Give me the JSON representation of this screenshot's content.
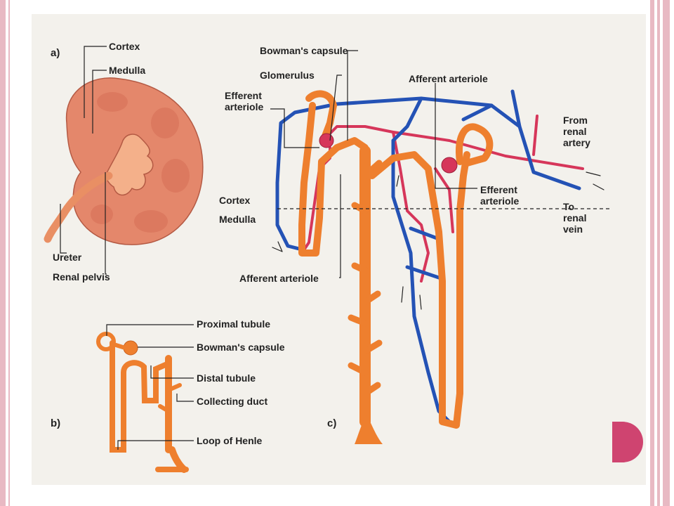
{
  "colors": {
    "frame": "#e8b9c3",
    "accent_dot": "#cf4470",
    "tubule": "#ee7f2e",
    "artery": "#d6365a",
    "vein": "#2452b5",
    "kidney": "#e4876b"
  },
  "panel_a": {
    "id": "a)",
    "labels": {
      "cortex": "Cortex",
      "medulla": "Medulla",
      "ureter": "Ureter",
      "renal_pelvis": "Renal pelvis"
    }
  },
  "panel_b": {
    "id": "b)",
    "labels": {
      "proximal_tubule": "Proximal tubule",
      "bowmans_capsule": "Bowman's capsule",
      "distal_tubule": "Distal tubule",
      "collecting_duct": "Collecting duct",
      "loop_of_henle": "Loop of Henle"
    }
  },
  "panel_c": {
    "id": "c)",
    "labels": {
      "bowmans_capsule": "Bowman's capsule",
      "glomerulus": "Glomerulus",
      "efferent_arteriole_1": "Efferent\narteriole",
      "afferent_arteriole_top": "Afferent arteriole",
      "efferent_arteriole_2": "Efferent\narteriole",
      "from_renal_artery": "From\nrenal\nartery",
      "to_renal_vein": "To\nrenal\nvein",
      "cortex": "Cortex",
      "medulla": "Medulla",
      "afferent_arteriole_bottom": "Afferent arteriole"
    }
  }
}
